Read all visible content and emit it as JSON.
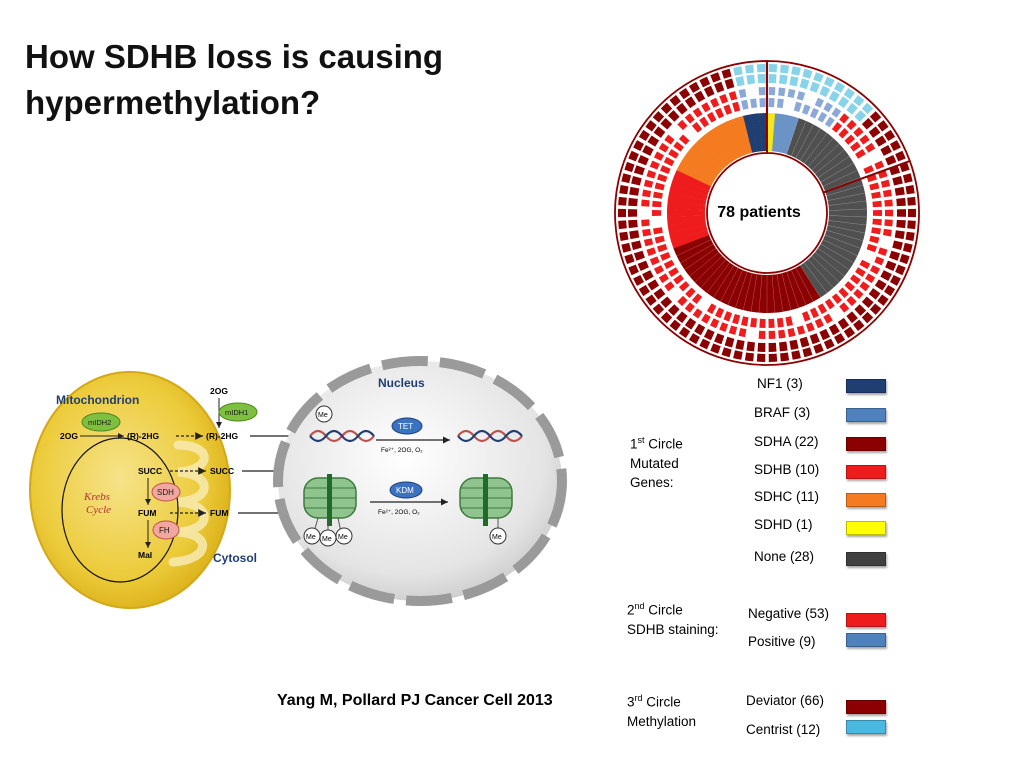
{
  "slide": {
    "title_line1": "How SDHB loss is causing",
    "title_line2": "hypermethylation?",
    "citation": "Yang M, Pollard PJ Cancer Cell 2013"
  },
  "circos": {
    "center_label": "78 patients",
    "colors": {
      "NF1": "#1f3f73",
      "BRAF": "#6b93c5",
      "SDHA": "#8b0000",
      "SDHB": "#ee1c1c",
      "SDHC": "#f47b20",
      "SDHD": "#f5e61b",
      "None": "#505050",
      "Negative": "#ee1c1c",
      "Positive": "#8aa9d6",
      "Deviator": "#8b0000",
      "Centrist": "#87d3ea"
    }
  },
  "legend": {
    "circle1": {
      "heading_num": "1",
      "heading_sup": "st",
      "heading_rest1": " Circle",
      "heading_line2": "Mutated",
      "heading_line3": "Genes:",
      "items": [
        {
          "label": "NF1 (3)",
          "color": "#1f3f73"
        },
        {
          "label": "BRAF (3)",
          "color": "#4f81bd"
        },
        {
          "label": "SDHA (22)",
          "color": "#8b0000"
        },
        {
          "label": "SDHB (10)",
          "color": "#ee1c1c"
        },
        {
          "label": "SDHC (11)",
          "color": "#f47b20"
        },
        {
          "label": "SDHD (1)",
          "color": "#ffff00"
        },
        {
          "label": "None (28)",
          "color": "#404040"
        }
      ]
    },
    "circle2": {
      "heading_num": "2",
      "heading_sup": "nd",
      "heading_rest1": " Circle",
      "heading_line2": "SDHB staining:",
      "items": [
        {
          "label": "Negative (53)",
          "color": "#ee1c1c"
        },
        {
          "label": "Positive (9)",
          "color": "#4f81bd"
        }
      ]
    },
    "circle3": {
      "heading_num": "3",
      "heading_sup": "rd",
      "heading_rest1": " Circle",
      "heading_line2": "Methylation",
      "items": [
        {
          "label": "Deviator (66)",
          "color": "#8b0000"
        },
        {
          "label": "Centrist (12)",
          "color": "#4bb8e0"
        }
      ]
    }
  },
  "pathway": {
    "mitochondrion": "Mitochondrion",
    "nucleus": "Nucleus",
    "cytosol": "Cytosol",
    "krebs_line1": "Krebs",
    "krebs_line2": "Cycle",
    "mito_2og": "2OG",
    "mito_r2hg": "(R)-2HG",
    "mito_succ": "SUCC",
    "mito_fum": "FUM",
    "mito_mal": "Mal",
    "midh2": "mIDH2",
    "midh1": "mIDH1",
    "sdh": "SDH",
    "fh": "FH",
    "cyto_2og": "2OG",
    "cyto_r2hg": "(R)-2HG",
    "cyto_succ": "SUCC",
    "cyto_fum": "FUM",
    "tet": "TET",
    "kdm": "KDM",
    "cofactors": "Fe²⁺, 2OG, O₂",
    "me": "Me"
  }
}
